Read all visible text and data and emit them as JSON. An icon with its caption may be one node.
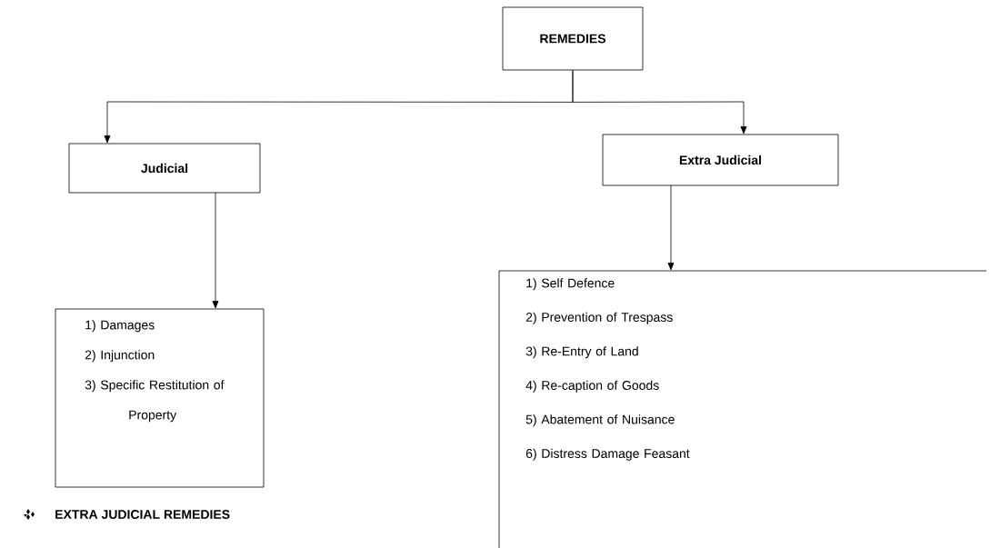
{
  "diagram": {
    "nodes": [
      {
        "text": [
          "REMEDIES"
        ]
      },
      {
        "text": [
          "Judicial"
        ]
      },
      {
        "text": [
          "Extra Judicial"
        ]
      },
      {
        "text": [
          "1) Damages",
          "2) Injunction",
          "3) Specific Restitution of Property"
        ]
      },
      {
        "text": [
          "1) Self Defence",
          "2) Prevention of Trespass",
          "3) Re-Entry of Land",
          "4) Re-caption of Goods",
          "5) Abatement of Nuisance",
          "6) Distress Damage Feasant"
        ]
      }
    ],
    "edges": [
      {
        "from": 0,
        "to": 1,
        "arrow": "to"
      },
      {
        "from": 0,
        "to": 2,
        "arrow": "to"
      },
      {
        "from": 1,
        "to": 3,
        "arrow": "to"
      },
      {
        "from": 2,
        "to": 4,
        "arrow": "to"
      }
    ],
    "labels": [
      "EXTRA JUDICIAL REMEDIES"
    ]
  }
}
